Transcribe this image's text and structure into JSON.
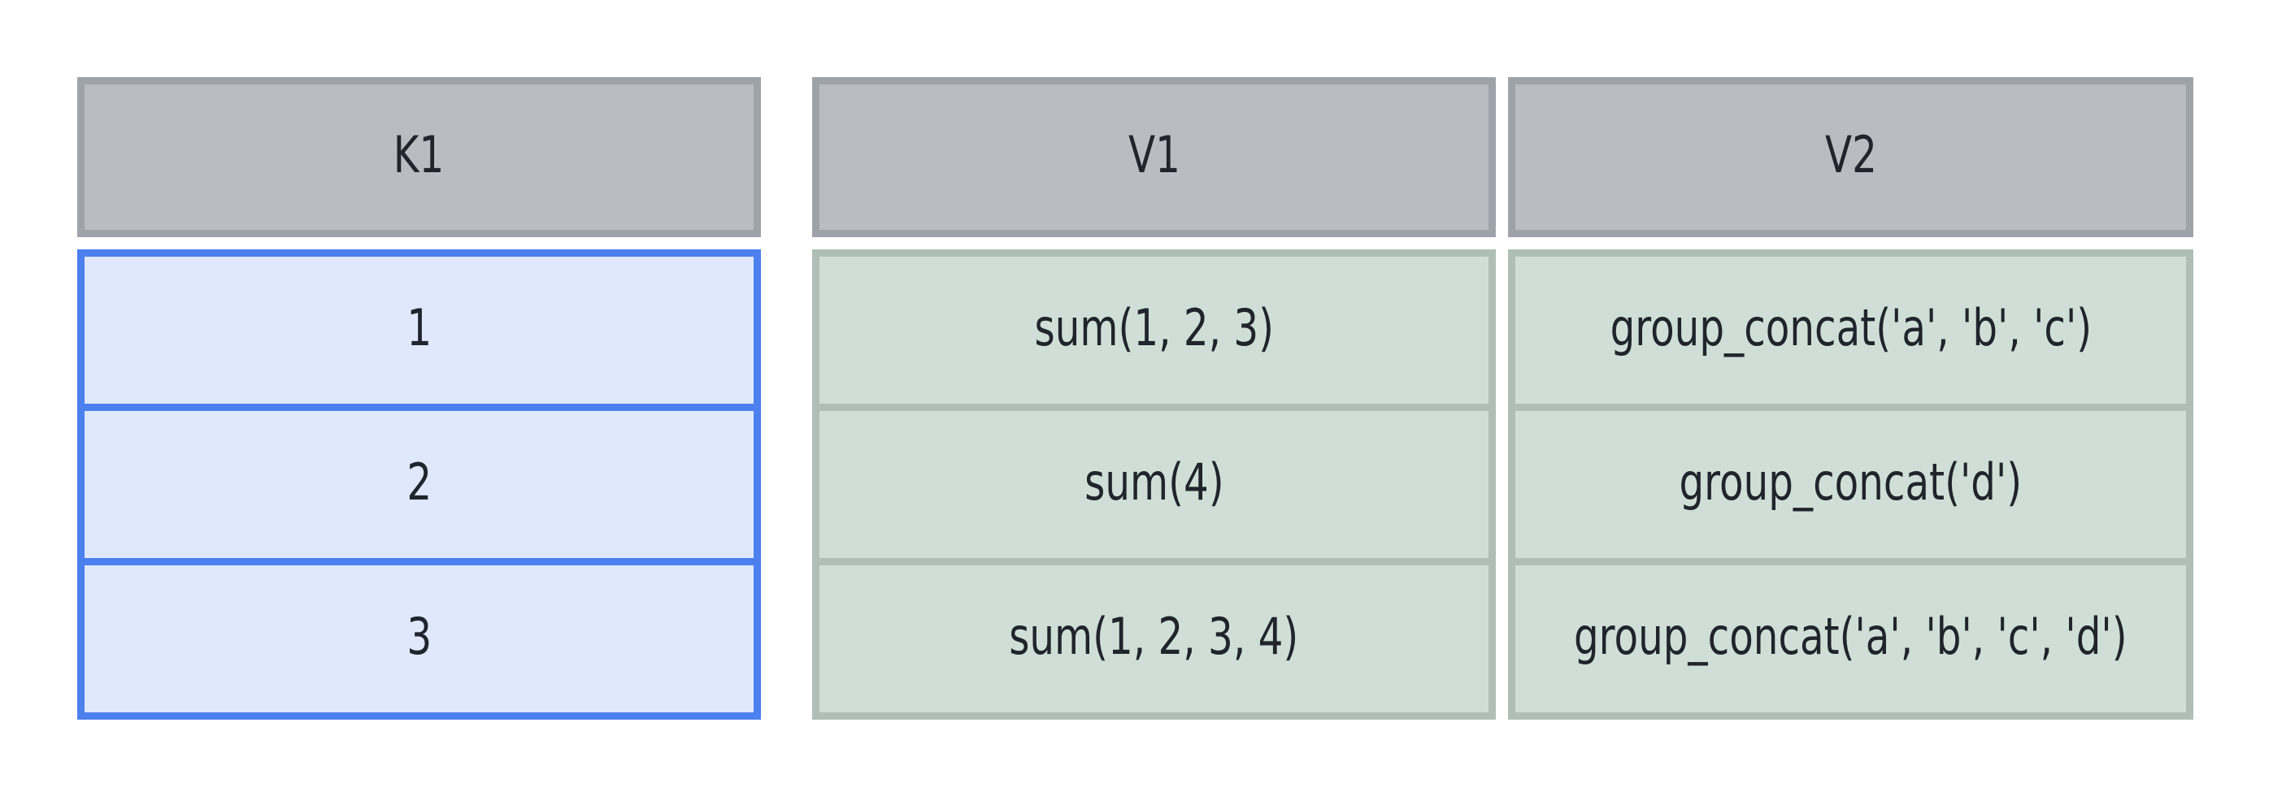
{
  "diagram": {
    "title": "grouped-aggregation-table",
    "columns": [
      {
        "header": "K1",
        "role": "key",
        "cells": [
          "1",
          "2",
          "3"
        ]
      },
      {
        "header": "V1",
        "role": "value",
        "cells": [
          "sum(1, 2, 3)",
          "sum(4)",
          "sum(1, 2, 3, 4)"
        ]
      },
      {
        "header": "V2",
        "role": "value",
        "cells": [
          "group_concat('a', 'b', 'c')",
          "group_concat('d')",
          "group_concat('a', 'b', 'c', 'd')"
        ]
      }
    ],
    "colors": {
      "background": "#ffffff",
      "header_fill": "#b9bcc1",
      "header_border": "#9ea3aa",
      "key_fill": "#dfe8fc",
      "key_border": "#4c80ee",
      "value_fill": "#cfdfd7",
      "value_border": "#afbfb6",
      "text": "#20242c"
    }
  }
}
